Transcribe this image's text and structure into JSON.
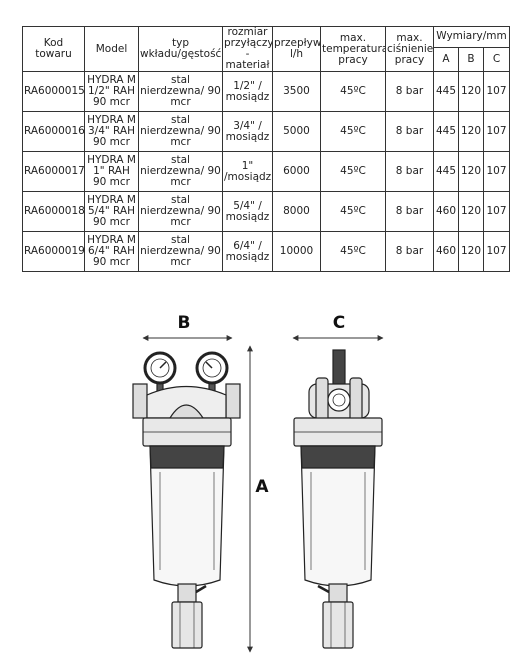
{
  "table": {
    "headers": {
      "code": "Kod towaru",
      "model": "Model",
      "insert": "typ wkładu/gęstość",
      "connection": "rozmiar przyłączy - materiał",
      "flow": "przepływ l/h",
      "temperature": "max. temperatura pracy",
      "pressure": "max. ciśnienie pracy",
      "dimensions": "Wymiary/mm",
      "dim_a": "A",
      "dim_b": "B",
      "dim_c": "C"
    },
    "rows": [
      {
        "code": "RA6000015",
        "model": "HYDRA M 1/2\" RAH 90 mcr",
        "insert": "stal nierdzewna/ 90 mcr",
        "connection": "1/2\" / mosiądz",
        "flow": "3500",
        "temperature": "45ºC",
        "pressure": "8 bar",
        "a": "445",
        "b": "120",
        "c": "107"
      },
      {
        "code": "RA6000016",
        "model": "HYDRA M 3/4\" RAH 90 mcr",
        "insert": "stal nierdzewna/ 90 mcr",
        "connection": "3/4\" / mosiądz",
        "flow": "5000",
        "temperature": "45ºC",
        "pressure": "8 bar",
        "a": "445",
        "b": "120",
        "c": "107"
      },
      {
        "code": "RA6000017",
        "model": "HYDRA M 1\" RAH 90 mcr",
        "insert": "stal nierdzewna/ 90 mcr",
        "connection": "1\" /mosiądz",
        "flow": "6000",
        "temperature": "45ºC",
        "pressure": "8 bar",
        "a": "445",
        "b": "120",
        "c": "107"
      },
      {
        "code": "RA6000018",
        "model": "HYDRA M 5/4\" RAH 90 mcr",
        "insert": "stal nierdzewna/ 90 mcr",
        "connection": "5/4\" / mosiądz",
        "flow": "8000",
        "temperature": "45ºC",
        "pressure": "8 bar",
        "a": "460",
        "b": "120",
        "c": "107"
      },
      {
        "code": "RA6000019",
        "model": "HYDRA M 6/4\" RAH 90 mcr",
        "insert": "stal nierdzewna/ 90 mcr",
        "connection": "6/4\" / mosiądz",
        "flow": "10000",
        "temperature": "45ºC",
        "pressure": "8 bar",
        "a": "460",
        "b": "120",
        "c": "107"
      }
    ]
  },
  "drawing": {
    "label_a": "A",
    "label_b": "B",
    "label_c": "C"
  }
}
